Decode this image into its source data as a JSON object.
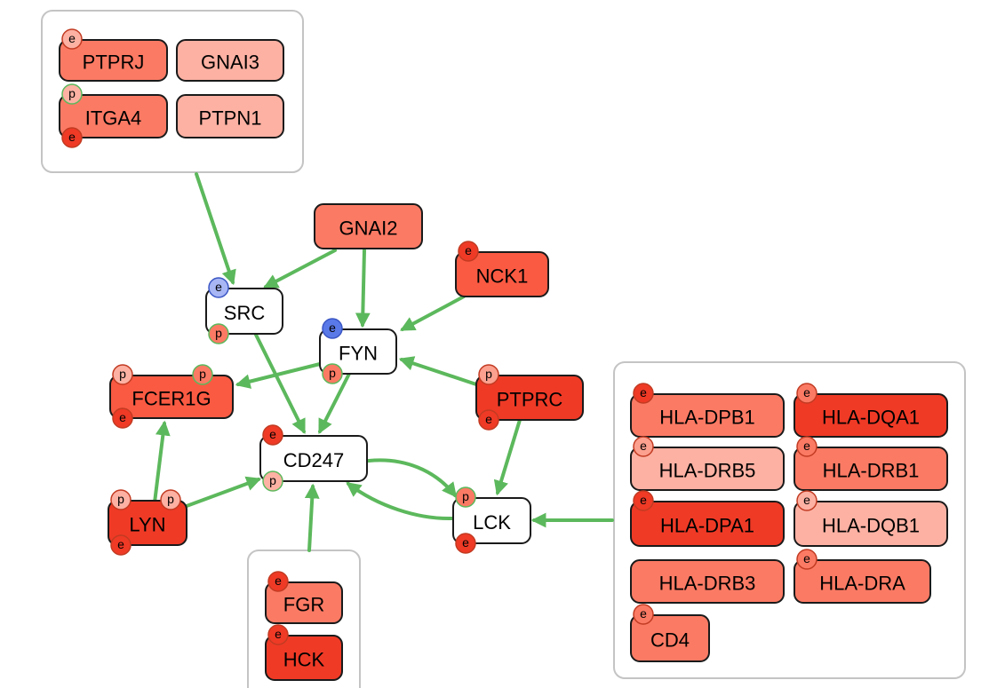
{
  "colors": {
    "edge": "#5cb85c",
    "white": "#ffffff",
    "very_light": "#fcb1a3",
    "light": "#fca08f",
    "medium": "#fb7a64",
    "strong": "#fa5a42",
    "deep": "#ef3a26",
    "badge_blue": "#a8b6f5",
    "badge_blue_deep": "#5a79e8",
    "badge_border_red": "#c23b22",
    "badge_border_green": "#5cb85c",
    "badge_border_blue": "#3a56c4"
  },
  "nodes": [
    {
      "id": "PTPRJ",
      "label": "PTPRJ",
      "shade": "medium"
    },
    {
      "id": "GNAI3",
      "label": "GNAI3",
      "shade": "very_light"
    },
    {
      "id": "ITGA4",
      "label": "ITGA4",
      "shade": "medium"
    },
    {
      "id": "PTPN1",
      "label": "PTPN1",
      "shade": "very_light"
    },
    {
      "id": "GNAI2",
      "label": "GNAI2",
      "shade": "medium"
    },
    {
      "id": "NCK1",
      "label": "NCK1",
      "shade": "strong"
    },
    {
      "id": "SRC",
      "label": "SRC",
      "shade": "white"
    },
    {
      "id": "FYN",
      "label": "FYN",
      "shade": "white"
    },
    {
      "id": "FCER1G",
      "label": "FCER1G",
      "shade": "strong"
    },
    {
      "id": "PTPRC",
      "label": "PTPRC",
      "shade": "deep"
    },
    {
      "id": "CD247",
      "label": "CD247",
      "shade": "white"
    },
    {
      "id": "LYN",
      "label": "LYN",
      "shade": "deep"
    },
    {
      "id": "LCK",
      "label": "LCK",
      "shade": "white"
    },
    {
      "id": "FGR",
      "label": "FGR",
      "shade": "medium"
    },
    {
      "id": "HCK",
      "label": "HCK",
      "shade": "deep"
    },
    {
      "id": "HLA-DPB1",
      "label": "HLA-DPB1",
      "shade": "medium"
    },
    {
      "id": "HLA-DQA1",
      "label": "HLA-DQA1",
      "shade": "deep"
    },
    {
      "id": "HLA-DRB5",
      "label": "HLA-DRB5",
      "shade": "very_light"
    },
    {
      "id": "HLA-DRB1",
      "label": "HLA-DRB1",
      "shade": "medium"
    },
    {
      "id": "HLA-DPA1",
      "label": "HLA-DPA1",
      "shade": "deep"
    },
    {
      "id": "HLA-DQB1",
      "label": "HLA-DQB1",
      "shade": "very_light"
    },
    {
      "id": "HLA-DRB3",
      "label": "HLA-DRB3",
      "shade": "medium"
    },
    {
      "id": "HLA-DRA",
      "label": "HLA-DRA",
      "shade": "medium"
    },
    {
      "id": "CD4",
      "label": "CD4",
      "shade": "medium"
    }
  ],
  "badges": [
    {
      "node": "PTPRJ",
      "pos": "top-left",
      "label": "e",
      "fill": "very_light",
      "border": "badge_border_red"
    },
    {
      "node": "ITGA4",
      "pos": "top-left",
      "label": "p",
      "fill": "very_light",
      "border": "badge_border_green"
    },
    {
      "node": "ITGA4",
      "pos": "bottom-left",
      "label": "e",
      "fill": "deep",
      "border": "badge_border_red"
    },
    {
      "node": "NCK1",
      "pos": "top-left",
      "label": "e",
      "fill": "deep",
      "border": "badge_border_red"
    },
    {
      "node": "SRC",
      "pos": "top-left",
      "label": "e",
      "fill": "badge_blue",
      "border": "badge_border_blue"
    },
    {
      "node": "SRC",
      "pos": "bottom-left",
      "label": "p",
      "fill": "medium",
      "border": "badge_border_green"
    },
    {
      "node": "FYN",
      "pos": "top-left",
      "label": "e",
      "fill": "badge_blue_deep",
      "border": "badge_border_blue"
    },
    {
      "node": "FYN",
      "pos": "bottom-left",
      "label": "p",
      "fill": "medium",
      "border": "badge_border_green"
    },
    {
      "node": "FCER1G",
      "pos": "top-left",
      "label": "p",
      "fill": "very_light",
      "border": "badge_border_red"
    },
    {
      "node": "FCER1G",
      "pos": "top-right",
      "label": "p",
      "fill": "medium",
      "border": "badge_border_green"
    },
    {
      "node": "FCER1G",
      "pos": "bottom-left",
      "label": "e",
      "fill": "deep",
      "border": "badge_border_red"
    },
    {
      "node": "PTPRC",
      "pos": "top-left",
      "label": "p",
      "fill": "light",
      "border": "badge_border_red"
    },
    {
      "node": "PTPRC",
      "pos": "bottom-left",
      "label": "e",
      "fill": "deep",
      "border": "badge_border_red"
    },
    {
      "node": "CD247",
      "pos": "top-left",
      "label": "e",
      "fill": "deep",
      "border": "badge_border_red"
    },
    {
      "node": "CD247",
      "pos": "bottom-left",
      "label": "p",
      "fill": "very_light",
      "border": "badge_border_green"
    },
    {
      "node": "LYN",
      "pos": "top-left",
      "label": "p",
      "fill": "very_light",
      "border": "badge_border_red"
    },
    {
      "node": "LYN",
      "pos": "top-right",
      "label": "p",
      "fill": "very_light",
      "border": "badge_border_red"
    },
    {
      "node": "LYN",
      "pos": "bottom-left",
      "label": "e",
      "fill": "deep",
      "border": "badge_border_red"
    },
    {
      "node": "LCK",
      "pos": "top-left",
      "label": "p",
      "fill": "medium",
      "border": "badge_border_green"
    },
    {
      "node": "LCK",
      "pos": "bottom-left",
      "label": "e",
      "fill": "deep",
      "border": "badge_border_red"
    },
    {
      "node": "FGR",
      "pos": "top-left",
      "label": "e",
      "fill": "deep",
      "border": "badge_border_red"
    },
    {
      "node": "HCK",
      "pos": "top-left",
      "label": "e",
      "fill": "deep",
      "border": "badge_border_red"
    },
    {
      "node": "HLA-DPB1",
      "pos": "top-left",
      "label": "e",
      "fill": "deep",
      "border": "badge_border_red"
    },
    {
      "node": "HLA-DQA1",
      "pos": "top-left",
      "label": "e",
      "fill": "medium",
      "border": "badge_border_red"
    },
    {
      "node": "HLA-DRB5",
      "pos": "top-left",
      "label": "e",
      "fill": "light",
      "border": "badge_border_red"
    },
    {
      "node": "HLA-DRB1",
      "pos": "top-left",
      "label": "e",
      "fill": "medium",
      "border": "badge_border_red"
    },
    {
      "node": "HLA-DPA1",
      "pos": "top-left",
      "label": "e",
      "fill": "deep",
      "border": "badge_border_red"
    },
    {
      "node": "HLA-DQB1",
      "pos": "top-left",
      "label": "e",
      "fill": "very_light",
      "border": "badge_border_red"
    },
    {
      "node": "HLA-DRA",
      "pos": "top-left",
      "label": "e",
      "fill": "medium",
      "border": "badge_border_red"
    },
    {
      "node": "CD4",
      "pos": "top-left",
      "label": "e",
      "fill": "medium",
      "border": "badge_border_red"
    }
  ],
  "edges": [
    {
      "from": "group-top-left",
      "to": "SRC"
    },
    {
      "from": "GNAI2",
      "to": "SRC"
    },
    {
      "from": "GNAI2",
      "to": "FYN"
    },
    {
      "from": "NCK1",
      "to": "FYN"
    },
    {
      "from": "FYN",
      "to": "FCER1G"
    },
    {
      "from": "PTPRC",
      "to": "FYN"
    },
    {
      "from": "SRC",
      "to": "CD247"
    },
    {
      "from": "FYN",
      "to": "CD247"
    },
    {
      "from": "LYN",
      "to": "FCER1G"
    },
    {
      "from": "LYN",
      "to": "CD247"
    },
    {
      "from": "CD247",
      "to": "LCK",
      "curve": true
    },
    {
      "from": "LCK",
      "to": "CD247",
      "curve": true
    },
    {
      "from": "PTPRC",
      "to": "LCK"
    },
    {
      "from": "group-hla",
      "to": "LCK"
    },
    {
      "from": "group-fgr",
      "to": "CD247"
    }
  ]
}
